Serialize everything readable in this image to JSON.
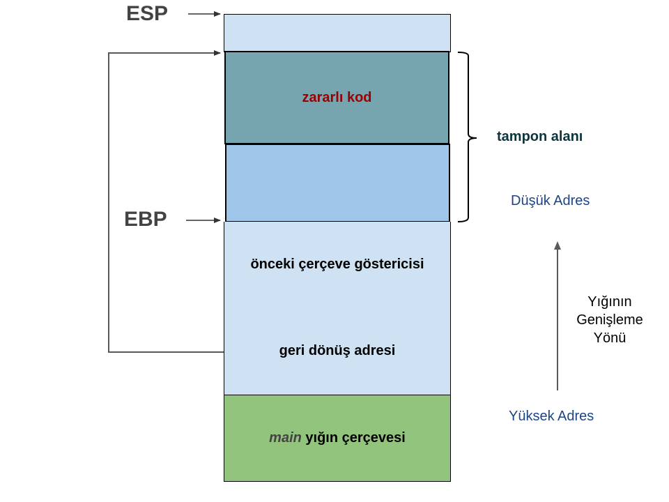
{
  "registers": {
    "esp": "ESP",
    "ebp": "EBP"
  },
  "stack": {
    "malicious_code": "zararlı kod",
    "previous_frame_pointer": "önceki çerçeve göstericisi",
    "return_address": "geri dönüş adresi",
    "main_frame_italic": "main",
    "main_frame_rest": " yığın çerçevesi"
  },
  "annotations": {
    "buffer_area": "tampon alanı",
    "low_address": "Düşük Adres",
    "high_address": "Yüksek Adres",
    "growth_direction_line1": "Yığının",
    "growth_direction_line2": "Genişleme",
    "growth_direction_line3": "Yönü"
  },
  "colors": {
    "free_space": "#cfe2f3",
    "malicious_code_block": "#76a5af",
    "malicious_code_text": "#990000",
    "buffer_block": "#9fc5e8",
    "main_frame_block": "#93c47d",
    "register_text": "#434343",
    "address_text": "#1c4587",
    "buffer_label_text": "#0c343d",
    "arrow": "#595959"
  }
}
